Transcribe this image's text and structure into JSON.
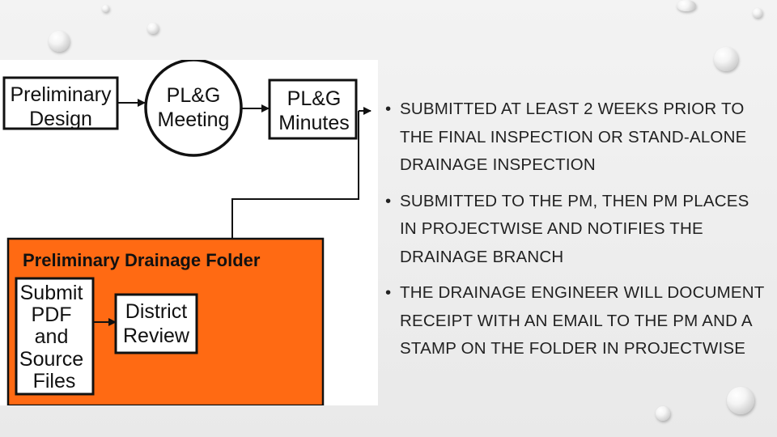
{
  "diagram": {
    "preliminary_design": [
      "Preliminary",
      "Design"
    ],
    "plg_meeting": [
      "PL&G",
      "Meeting"
    ],
    "plg_minutes": [
      "PL&G",
      "Minutes"
    ],
    "folder_title": "Preliminary Drainage Folder",
    "submit": [
      "Submit",
      "PDF",
      "and",
      "Source",
      "Files"
    ],
    "district_review": [
      "District",
      "Review"
    ],
    "folder_color": "#ff6a13"
  },
  "bullets": [
    {
      "marker": "•",
      "text": "SUBMITTED AT LEAST 2 WEEKS PRIOR TO THE FINAL INSPECTION OR STAND-ALONE DRAINAGE INSPECTION"
    },
    {
      "marker": "•",
      "text": "SUBMITTED TO THE PM, THEN PM PLACES IN PROJECTWISE AND NOTIFIES THE DRAINAGE BRANCH"
    },
    {
      "marker": "•",
      "text": "THE DRAINAGE ENGINEER WILL DOCUMENT RECEIPT WITH AN EMAIL TO THE PM AND A STAMP ON THE FOLDER IN PROJECTWISE"
    }
  ]
}
